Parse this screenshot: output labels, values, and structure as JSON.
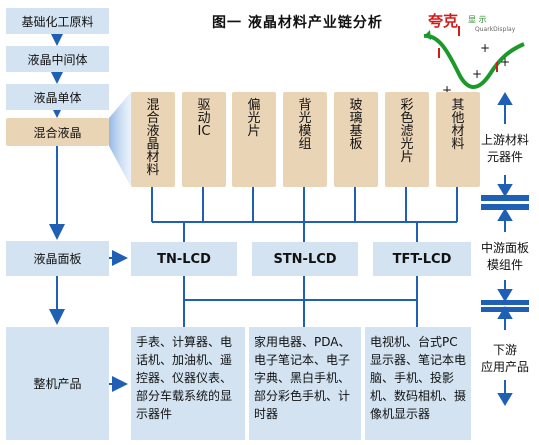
{
  "title": "图一  液晶材料产业链分析",
  "logo": {
    "text": "夸克显示",
    "sub": "QuarkDisplay"
  },
  "left_column": {
    "basic_chemical": "基础化工原料",
    "intermediate": "液晶中间体",
    "monomer": "液晶单体",
    "mixed": "混合液晶",
    "panel": "液晶面板",
    "products": "整机产品"
  },
  "components": [
    "混合液晶材料",
    "驱动IC",
    "偏光片",
    "背光模组",
    "玻璃基板",
    "彩色滤光片",
    "其他材料"
  ],
  "panels": [
    "TN-LCD",
    "STN-LCD",
    "TFT-LCD"
  ],
  "products": [
    "手表、计算器、电话机、加油机、遥控器、仪器仪表、部分车载系统的显示器件",
    "家用电器、PDA、电子笔记本、电子字典、黑白手机、部分彩色手机、计时器",
    "电视机、台式PC显示器、笔记本电脑、手机、投影机、数码相机、摄像机显示器"
  ],
  "right_labels": {
    "upstream": "上游材料\n元器件",
    "midstream": "中游面板\n模组件",
    "downstream": "下游\n应用产品"
  }
}
